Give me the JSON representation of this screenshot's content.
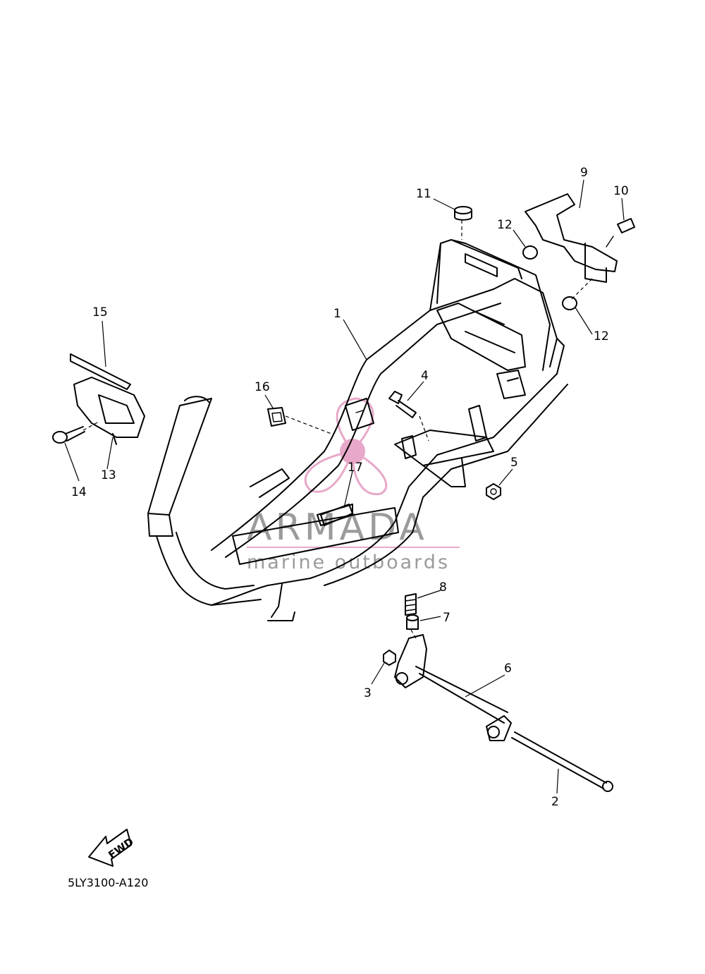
{
  "diagram": {
    "code": "5LY3100-A120",
    "fwd_label": "FWD",
    "callouts": [
      "1",
      "2",
      "3",
      "4",
      "5",
      "6",
      "7",
      "8",
      "9",
      "10",
      "11",
      "12",
      "12",
      "13",
      "14",
      "15",
      "16",
      "17"
    ]
  },
  "watermark": {
    "brand": "ARMADA",
    "sub": "marine outboards",
    "brand_color": "#8a8a8a",
    "accent_color": "#e39ac0"
  }
}
